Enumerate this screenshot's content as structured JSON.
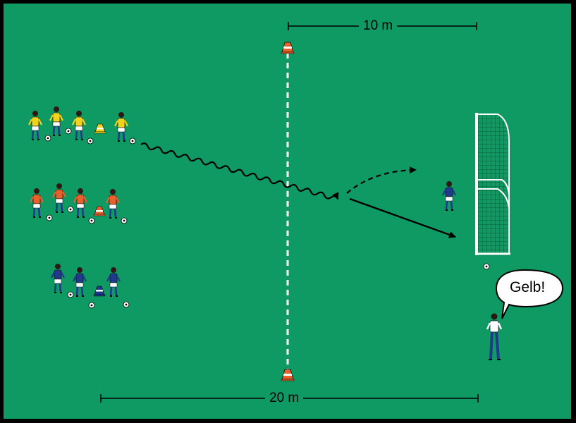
{
  "labels": {
    "top_distance": "10 m",
    "bottom_distance": "20 m",
    "speech": "Gelb!"
  },
  "colors": {
    "field": "#0f9a63",
    "border": "#000000",
    "team_yellow": "#f2d21b",
    "team_orange": "#e8612c",
    "team_blue": "#1f3a8a",
    "shorts": "#ffffff",
    "cone_orange": "#e8612c",
    "cone_yellow": "#f2d21b",
    "cone_blue": "#1f3a8a",
    "net": "#1a6b3a",
    "goal_post": "#ffffff"
  },
  "groups": [
    {
      "name": "yellow-group",
      "shirt": "yellow",
      "players": 4,
      "cone": "yellow"
    },
    {
      "name": "orange-group",
      "shirt": "orange",
      "players": 4,
      "cone": "orange"
    },
    {
      "name": "blue-group",
      "shirt": "blue",
      "players": 3,
      "cone": "blue"
    }
  ],
  "icons": [
    "player-icon",
    "ball-icon",
    "cone-icon",
    "goal-icon",
    "coach-icon",
    "goalkeeper-icon",
    "speech-bubble-icon"
  ]
}
